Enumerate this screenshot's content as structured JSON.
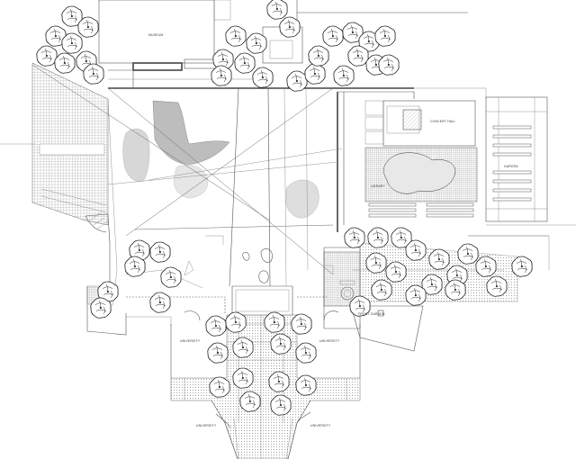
{
  "labels": {
    "museum": "MUSEUM",
    "concert_hall": "CONCERT HALL",
    "garden": "GARDEN",
    "library": "LIBRARY",
    "front_garden": "FRONT GARDEN",
    "university_left": "UNIVERSITY",
    "university_right": "UNIVERSITY",
    "university_bottom_left": "UNIVERSITY",
    "university_bottom_right": "UNIVERSITY"
  },
  "colors": {
    "line": "#555555",
    "hatch": "#999999",
    "blob": "#cfcfcf",
    "tree": "#222222"
  }
}
